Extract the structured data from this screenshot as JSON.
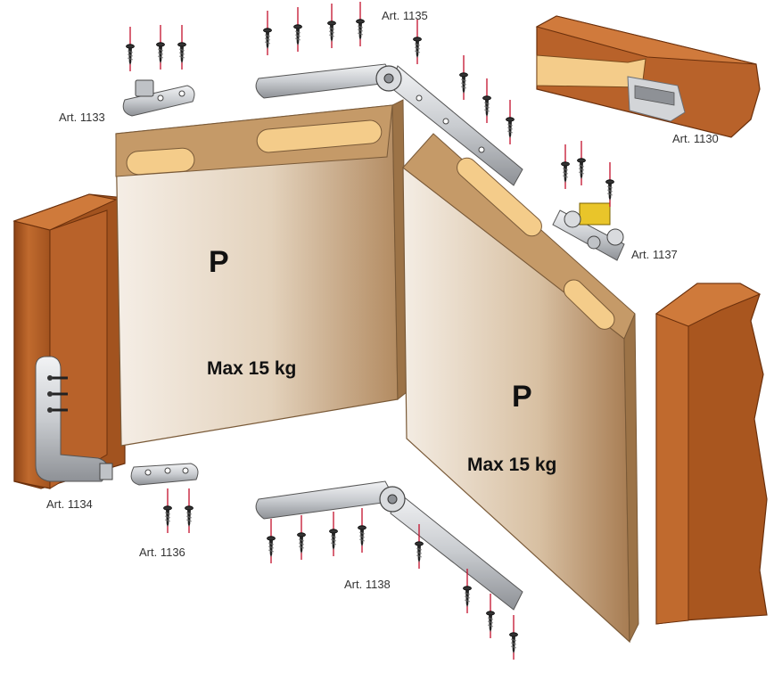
{
  "colors": {
    "wood": "#b8622a",
    "wood_dark": "#8e4416",
    "wood_light": "#d07a3c",
    "cut": "#f4cc8a",
    "panel_light": "#f3ebe1",
    "panel_mid": "#d9c4a8",
    "panel_dark": "#a87f55",
    "edge": "#c49a69",
    "steel": "#d3d5d8",
    "steel_dark": "#8e9196",
    "screw": "#222222",
    "axis": "#c4102d",
    "brass": "#e9c52a"
  },
  "parts": {
    "art_1130": "Art. 1130",
    "art_1133": "Art. 1133",
    "art_1134": "Art. 1134",
    "art_1135": "Art. 1135",
    "art_1136": "Art. 1136",
    "art_1137": "Art. 1137",
    "art_1138": "Art. 1138"
  },
  "panels": [
    {
      "mark": "P",
      "weight": "Max 15 kg"
    },
    {
      "mark": "P",
      "weight": "Max 15 kg"
    }
  ]
}
